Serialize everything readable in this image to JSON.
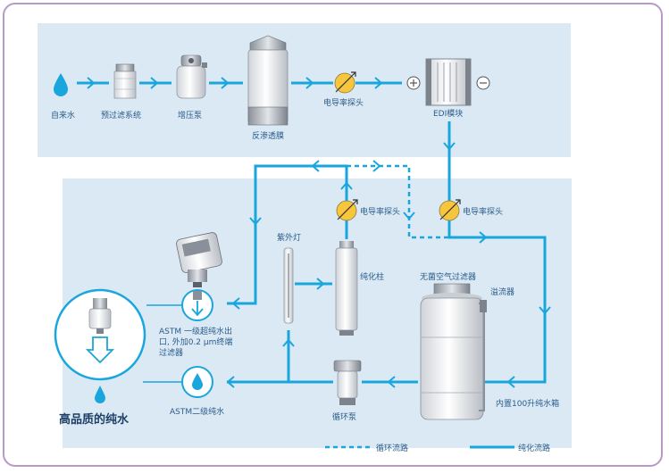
{
  "colors": {
    "flow": "#19a6dd",
    "panel": "#dbe9f5",
    "label": "#2a5d8a",
    "border": "#b89ac6"
  },
  "top_row": {
    "tap_water": "自来水",
    "prefilter": "预过滤系统",
    "booster_pump": "增压泵",
    "ro_membrane": "反渗透膜",
    "conductivity_probe": "电导率探头",
    "edi_module": "EDI模块"
  },
  "loop": {
    "probe_left": "电导率探头",
    "probe_right": "电导率探头",
    "uv_lamp": "紫外灯",
    "polishing_column": "纯化柱",
    "air_filter": "无菌空气过滤器",
    "overflow": "溢流器",
    "tank": "内置100升纯水箱",
    "circulation_pump": "循环泵"
  },
  "outputs": {
    "astm1_line1": "ASTM 一级超纯水出",
    "astm1_line2": "口, 外加0.2 μm终端",
    "astm1_line3": "过滤器",
    "astm2": "ASTM二级纯水",
    "high_quality": "高品质的纯水"
  },
  "legend": {
    "circulation": "循环流路",
    "purification": "纯化流路"
  }
}
